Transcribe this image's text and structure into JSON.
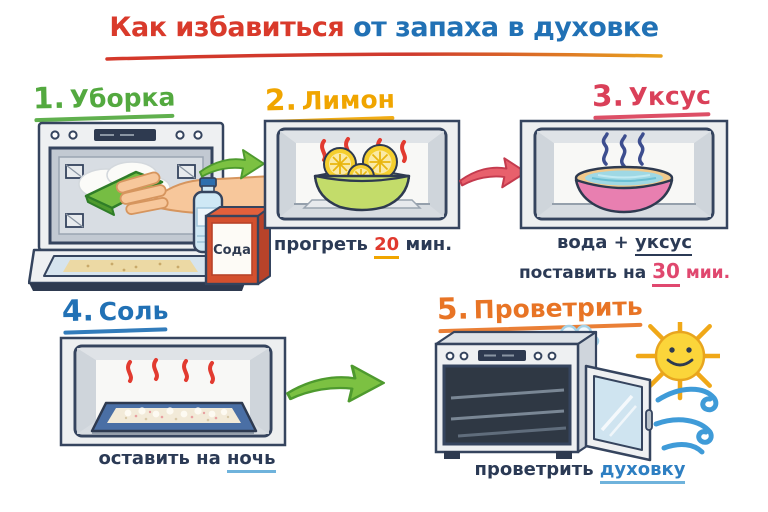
{
  "title": {
    "highlight": "Как избавиться",
    "rest": " от запаха в духовке"
  },
  "steps": [
    {
      "number": "1.",
      "label": "Уборка"
    },
    {
      "number": "2.",
      "label": "Лимон",
      "caption_pre": "прогреть ",
      "caption_value": "20",
      "caption_post": " мин."
    },
    {
      "number": "3.",
      "label": "Уксус",
      "line1_pre": "вода + ",
      "line1_underline": "уксус",
      "line2_pre": "поставить на ",
      "line2_value": "30",
      "line2_post": " мии."
    },
    {
      "number": "4.",
      "label": "Соль",
      "caption_pre": "оставить на ",
      "caption_underline": "ночь"
    },
    {
      "number": "5.",
      "label": "Проветрить",
      "caption_pre": "проветрить ",
      "caption_underline": "духовку"
    }
  ],
  "illustrations": {
    "soda_box_label": "Сода"
  },
  "colors": {
    "title_red": "#d93a2b",
    "title_blue": "#2171b5",
    "step1_green": "#53a93f",
    "step2_yellow": "#f0a500",
    "step3_crimson": "#da4059",
    "step4_blue": "#2171b5",
    "step5_orange": "#e87425",
    "caption_navy": "#2b3a55",
    "value_red": "#e0392e",
    "value_pink": "#e0486f",
    "underline_lightblue": "#6fb3dc",
    "arrow_green": "#7cc142",
    "arrow_red": "#e8606c"
  }
}
